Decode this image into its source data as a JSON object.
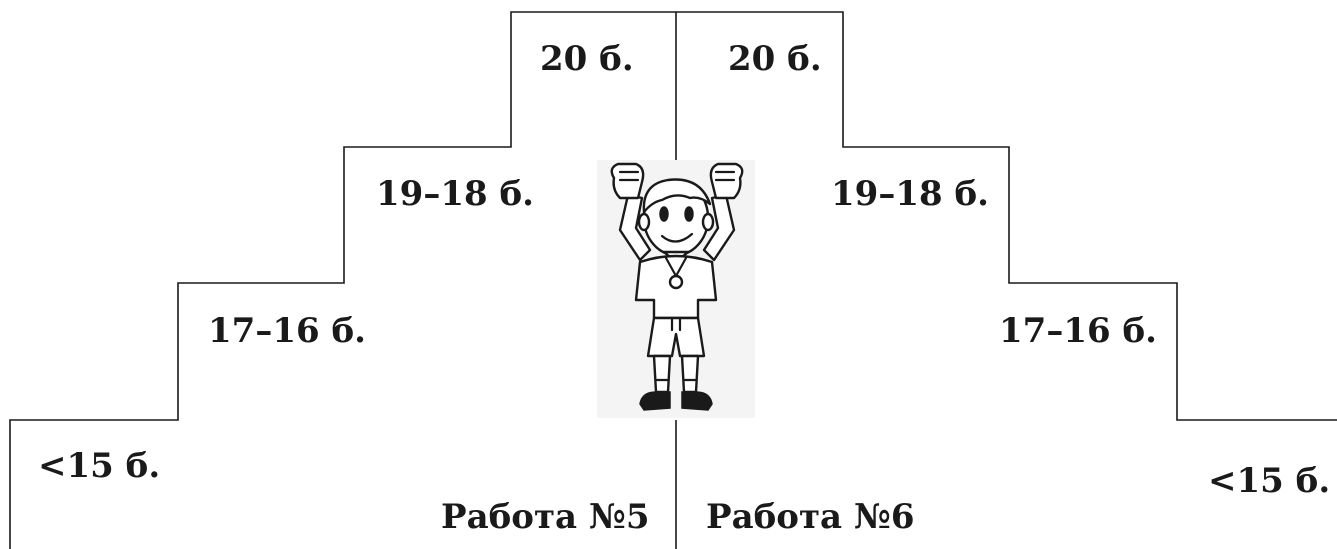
{
  "left": {
    "title": "Работа №5",
    "steps": [
      "<15 б.",
      "17–16 б.",
      "19–18 б.",
      "20 б."
    ]
  },
  "right": {
    "title": "Работа №6",
    "steps": [
      "20 б.",
      "19–18 б.",
      "17–16 б.",
      "<15 б."
    ]
  },
  "figure_icon": "cheering-boy-icon"
}
